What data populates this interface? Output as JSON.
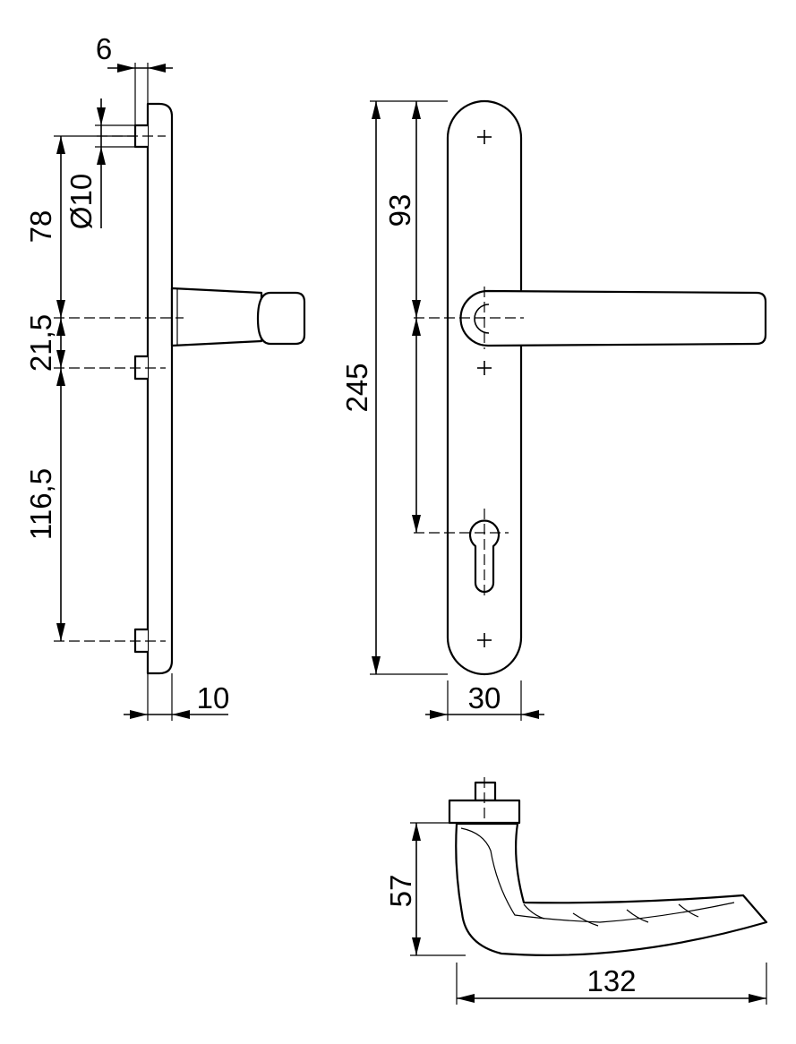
{
  "dimensions": {
    "screw_offset": "6",
    "screw_diameter": "Ø10",
    "screw_to_spindle": "78",
    "spindle_to_screw": "21,5",
    "screw_to_screw": "116,5",
    "plate_thickness": "10",
    "spindle_from_top": "93",
    "plate_length": "245",
    "plate_width": "30",
    "handle_height": "57",
    "handle_length": "132"
  },
  "colors": {
    "line": "#000000",
    "background": "#ffffff"
  }
}
